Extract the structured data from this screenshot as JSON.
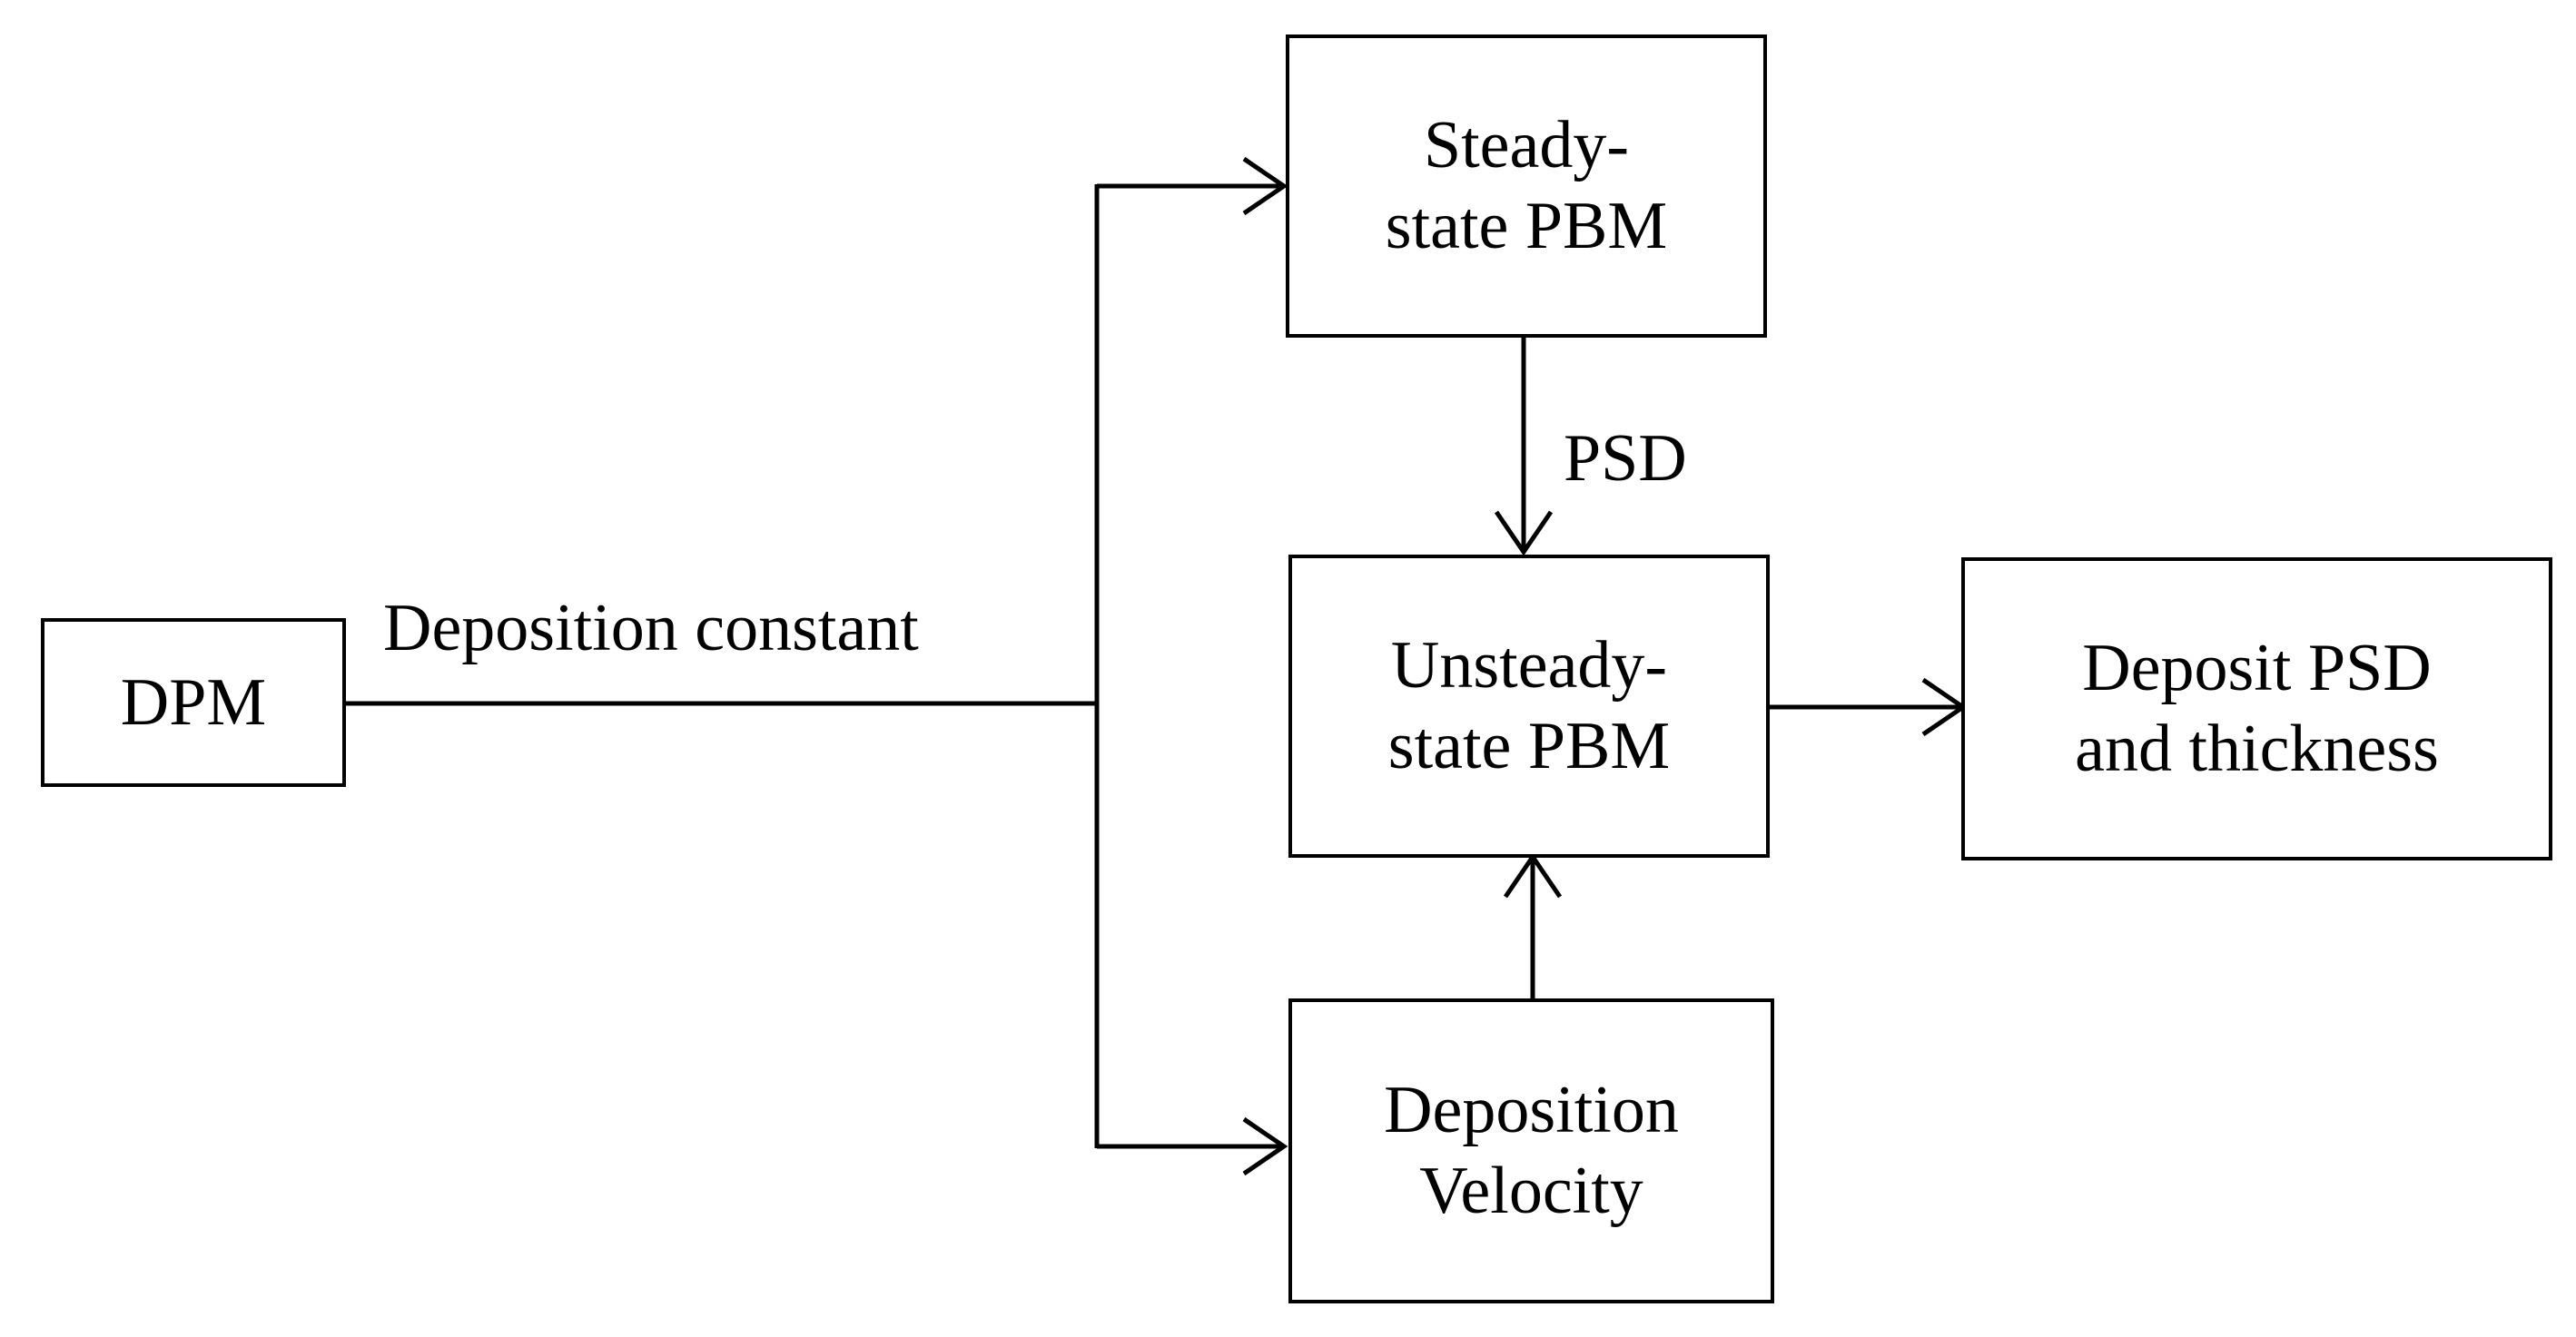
{
  "colors": {
    "stroke": "#000000",
    "background": "#ffffff",
    "text": "#000000"
  },
  "nodes": {
    "dpm": {
      "lines": [
        "DPM"
      ]
    },
    "steady_pbm": {
      "lines": [
        "Steady-",
        "state PBM"
      ]
    },
    "unsteady_pbm": {
      "lines": [
        "Unsteady-",
        "state PBM"
      ]
    },
    "deposition_velocity": {
      "lines": [
        "Deposition",
        "Velocity"
      ]
    },
    "deposit_psd": {
      "lines": [
        "Deposit PSD",
        "and thickness"
      ]
    }
  },
  "edge_labels": {
    "deposition_constant": "Deposition constant",
    "psd": "PSD"
  }
}
